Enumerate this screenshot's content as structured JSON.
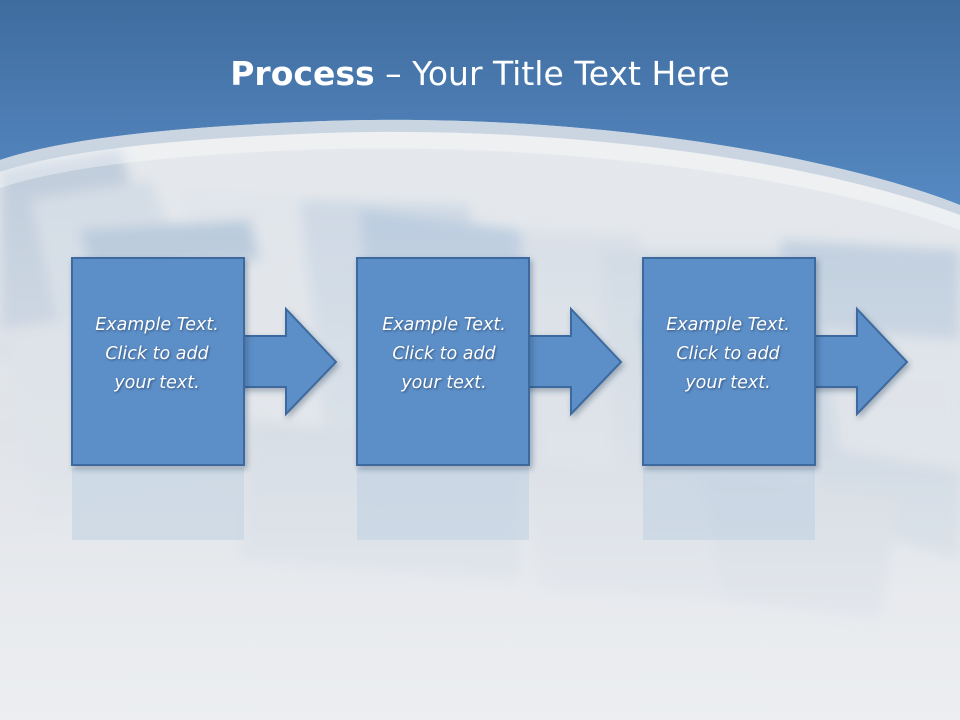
{
  "title": {
    "bold_part": "Process",
    "rest_part": " – Your Title Text Here"
  },
  "colors": {
    "header_blue": "#4a7ab5",
    "box_fill": "#5b8ec7",
    "box_stroke": "#3d6a9e",
    "text": "#ffffff"
  },
  "steps": [
    {
      "line1": "Example Text.",
      "line2": "Click  to add",
      "line3": "your text."
    },
    {
      "line1": "Example Text.",
      "line2": "Click  to add",
      "line3": "your text."
    },
    {
      "line1": "Example Text.",
      "line2": "Click  to add",
      "line3": "your text."
    }
  ]
}
